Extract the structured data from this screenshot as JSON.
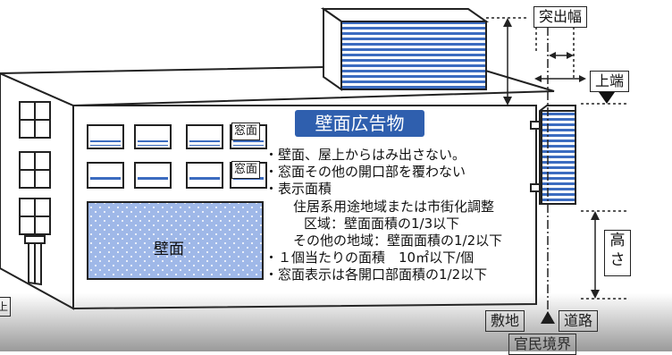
{
  "labels": {
    "protrusion_width": "突出幅",
    "top_end": "上端",
    "height": "高さ",
    "site": "敷地",
    "road": "道路",
    "boundary": "官民境界",
    "window_face_1": "窓面",
    "window_face_2": "窓面",
    "wall_face": "壁面",
    "partial_left": "上"
  },
  "title": "壁面広告物",
  "rules": {
    "line1": "・壁面、屋上からはみ出さない。",
    "line2": "・窓面その他の開口部を覆わない",
    "line3": "・表示面積",
    "line4": "住居系用途地域または市街化調整",
    "line5": "区域：壁面面積の1/3以下",
    "line6": "その他の地域：壁面面積の1/2以下",
    "line7": "・１個当たりの面積　10㎡以下/個",
    "line8": "・窓面表示は各開口部面積の1/2以下"
  },
  "colors": {
    "sign_blue": "#2f5fae",
    "stripe_blue": "#3c6cc0",
    "wall_blue": "#9fb8e8",
    "outline": "#222222"
  },
  "icons": {
    "arrow_down_marker": "triangle-down-icon",
    "arrow_up_marker": "triangle-up-icon"
  }
}
